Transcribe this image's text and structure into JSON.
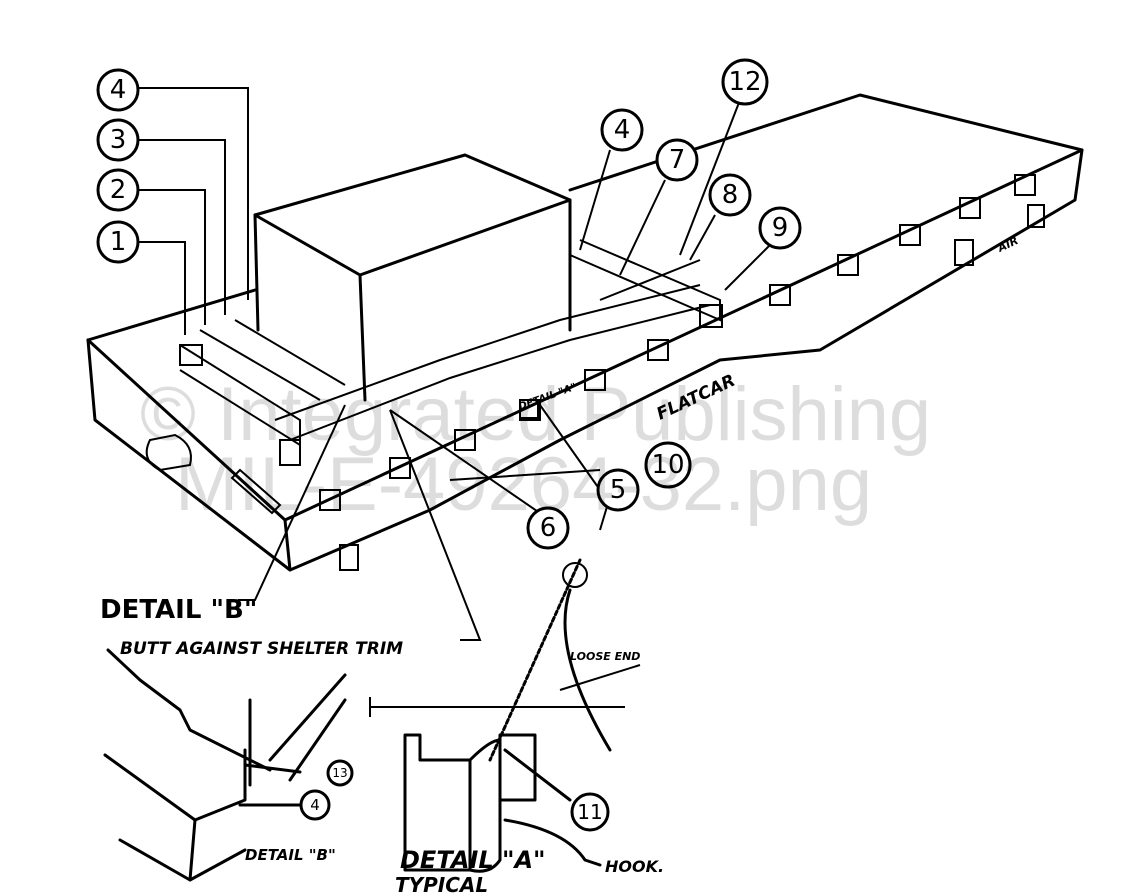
{
  "callouts": {
    "c1": "1",
    "c2": "2",
    "c3": "3",
    "c4a": "4",
    "c4b": "4",
    "c12": "12",
    "c7": "7",
    "c8": "8",
    "c9": "9",
    "c10": "10",
    "c5": "5",
    "c6": "6",
    "c11": "11",
    "c13": "13",
    "c4c": "4"
  },
  "labels": {
    "detail_b_main": "DETAIL \"B\"",
    "butt_against": "BUTT AGAINST SHELTER TRIM",
    "flatcar": "FLATCAR",
    "detail_a_on_car": "DETAIL \"A\"",
    "air": "AIR",
    "loose_end": "LOOSE END",
    "detail_b_small": "DETAIL \"B\"",
    "detail_a": "DETAIL \"A\"",
    "typical": "TYPICAL",
    "hook": "HOOK."
  },
  "watermark": {
    "line1": "© Integrated Publishing",
    "line2": "MIL-E-49264-32.png"
  }
}
